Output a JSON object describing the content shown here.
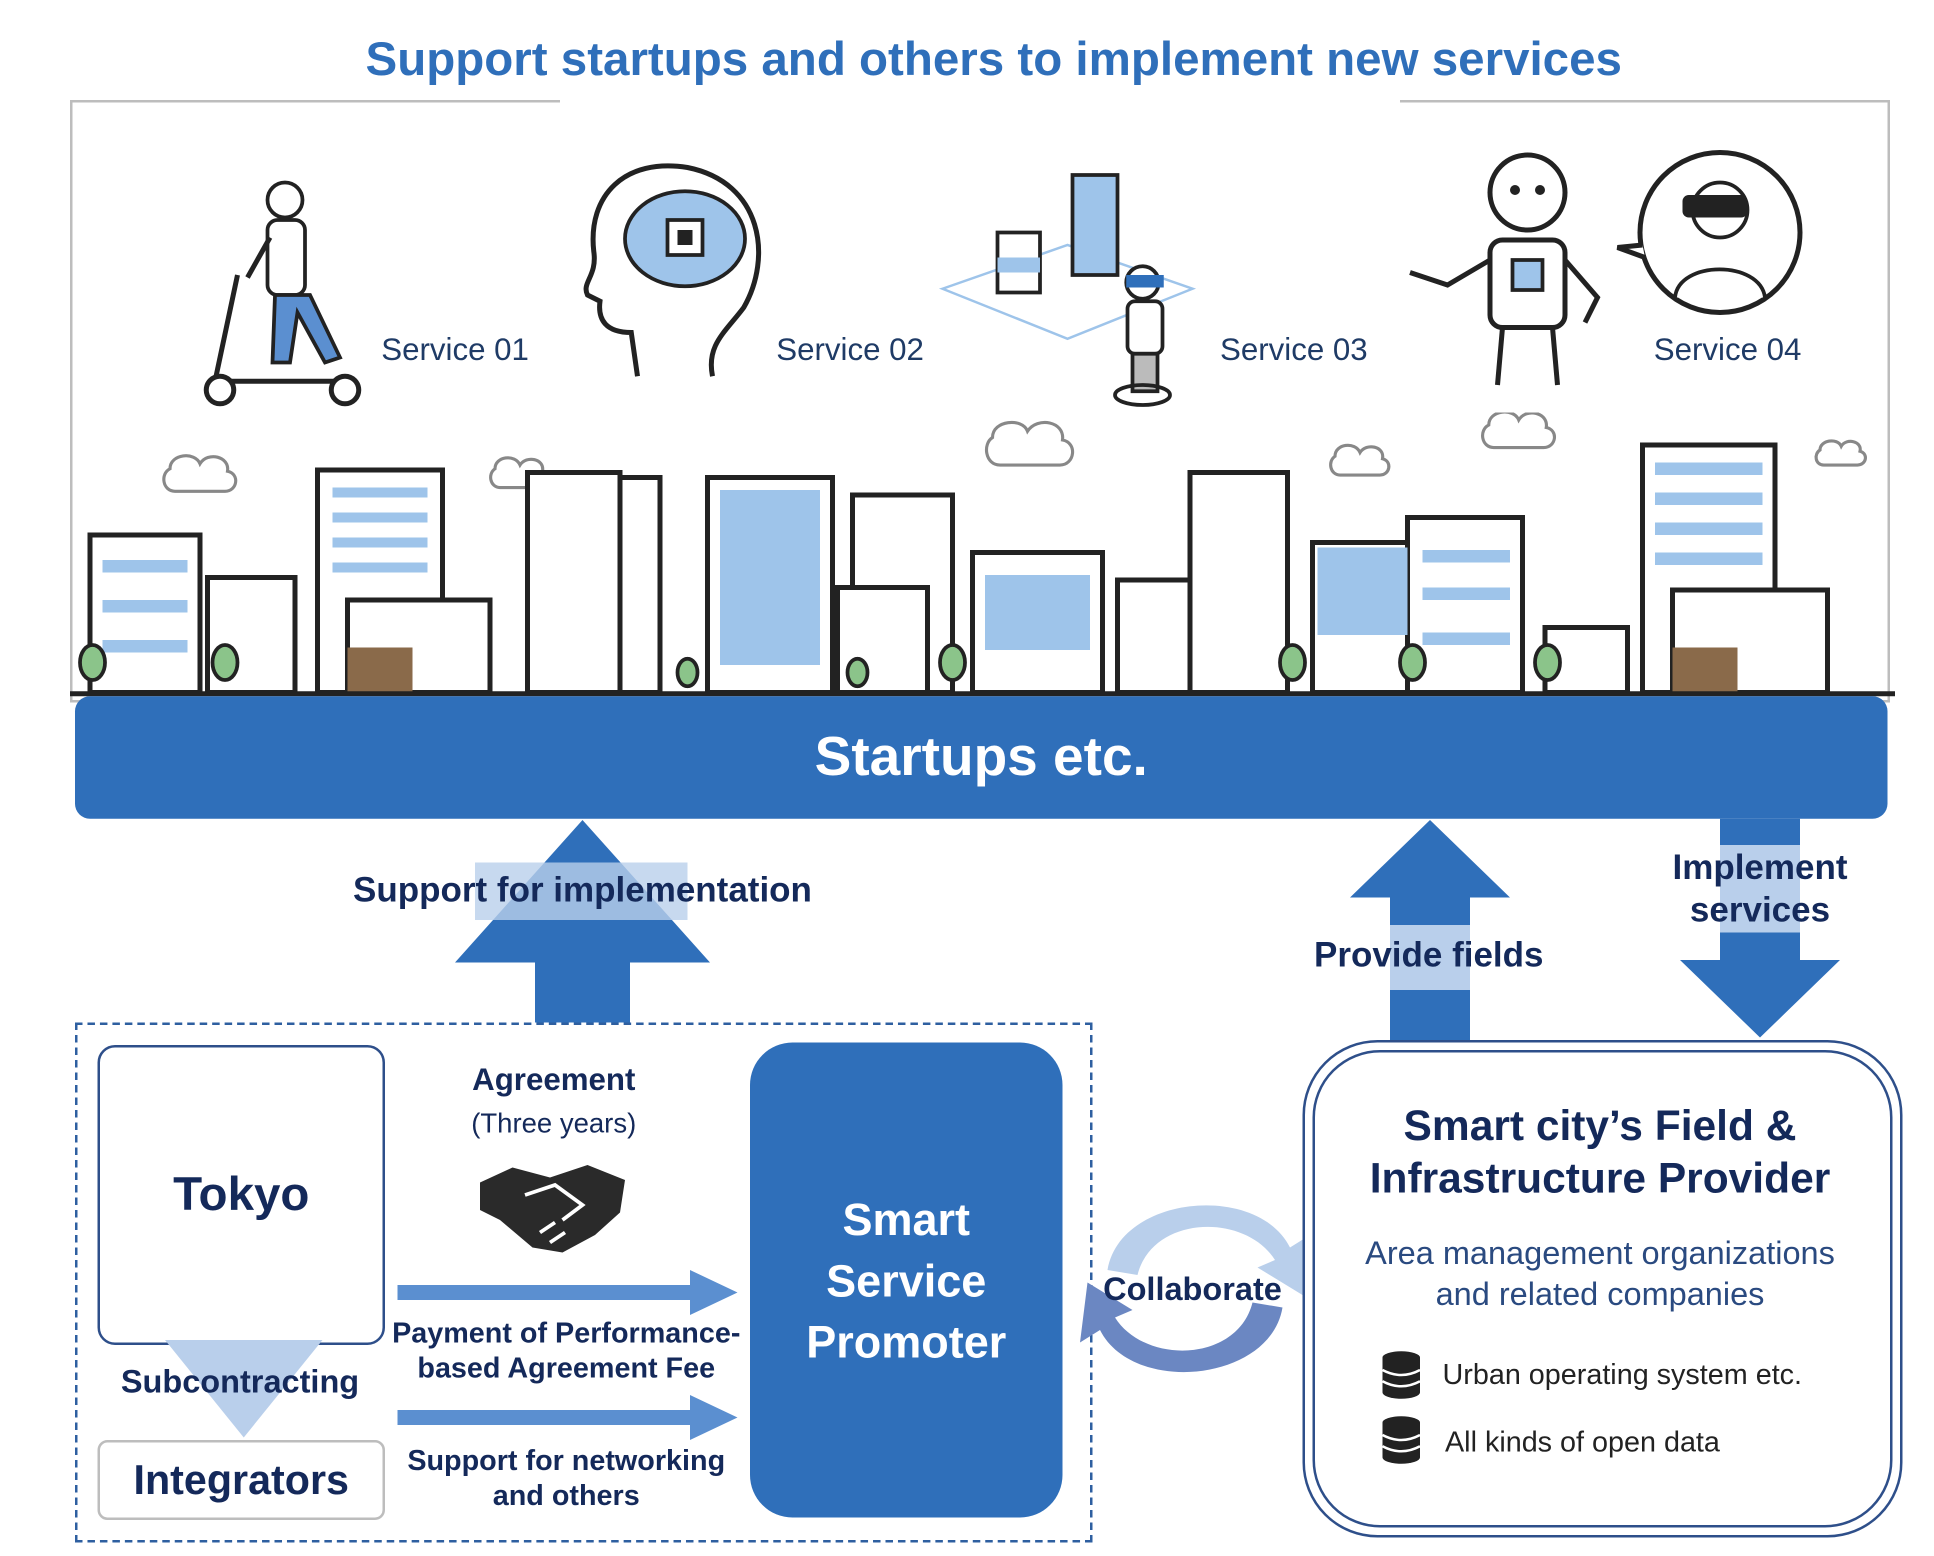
{
  "title": "Support startups and others to implement new services",
  "services": [
    {
      "label": "Service 01",
      "icon": "kick-scooter-rider-icon"
    },
    {
      "label": "Service 02",
      "icon": "ai-brain-chip-icon"
    },
    {
      "label": "Service 03",
      "icon": "vr-digital-twin-icon"
    },
    {
      "label": "Service 04",
      "icon": "robot-and-vr-user-icon"
    }
  ],
  "startups_bar": "Startups etc.",
  "arrows": {
    "support_for_implementation": "Support for implementation",
    "provide_fields": "Provide fields",
    "implement_services_1": "Implement",
    "implement_services_2": "services"
  },
  "tokyo": "Tokyo",
  "subcontracting": "Subcontracting",
  "integrators": "Integrators",
  "agreement": {
    "title": "Agreement",
    "term": "(Three years)"
  },
  "payment_1": "Payment of Performance-",
  "payment_2": "based Agreement Fee",
  "networking_1": "Support for networking",
  "networking_2": "and others",
  "promoter": {
    "line1": "Smart",
    "line2": "Service",
    "line3": "Promoter"
  },
  "collaborate": "Collaborate",
  "provider": {
    "title_1": "Smart city’s Field &",
    "title_2": "Infrastructure Provider",
    "sub_1": "Area management organizations",
    "sub_2": "and related companies",
    "items": [
      "Urban operating system etc.",
      "All kinds of open data"
    ]
  },
  "colors": {
    "primary_blue": "#2f6fba",
    "light_blue": "#b9cfeb",
    "navy_text": "#14295a",
    "title_blue": "#2f6fba"
  }
}
